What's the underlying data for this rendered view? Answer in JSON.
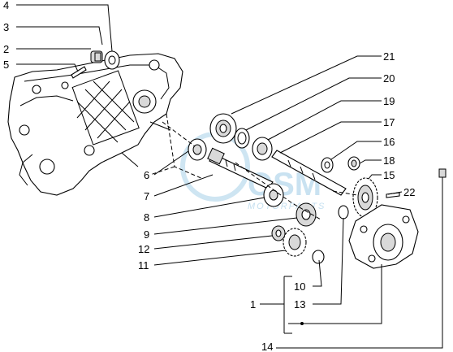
{
  "labels": {
    "l1": "1",
    "l2": "2",
    "l3": "3",
    "l4": "4",
    "l5": "5",
    "l6": "6",
    "l7": "7",
    "l8": "8",
    "l9": "9",
    "l10": "10",
    "l11": "11",
    "l12": "12",
    "l13": "13",
    "l14": "14",
    "l15": "15",
    "l16": "16",
    "l17": "17",
    "l18": "18",
    "l19": "19",
    "l20": "20",
    "l21": "21",
    "l22": "22"
  },
  "watermark": {
    "main": "OSM",
    "sub": "MOTORPARTS"
  },
  "colors": {
    "line": "#000000",
    "watermark": "#9ecbe6",
    "background": "#ffffff"
  }
}
